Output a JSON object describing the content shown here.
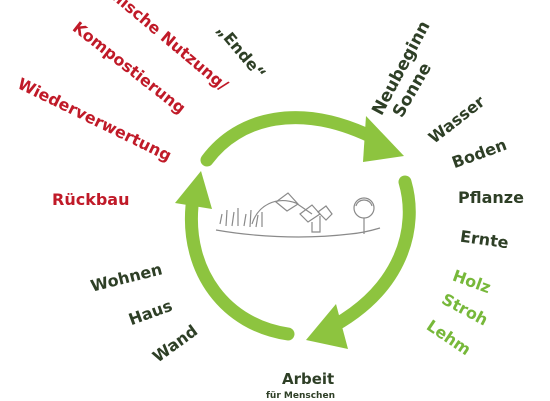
{
  "colors": {
    "dark_green_text": "#2e3f26",
    "red_text": "#c01a28",
    "light_green_text": "#77b83a",
    "cycle_arrow": "#8dc43f",
    "sketch": "#8a8a8a"
  },
  "cycle": {
    "center_sketch": "house-landscape-sketch"
  },
  "labels": {
    "neubeginn": "Neubeginn",
    "sonne": "Sonne",
    "wasser": "Wasser",
    "boden": "Boden",
    "pflanze": "Pflanze",
    "ernte": "Ernte",
    "holz": "Holz",
    "stroh": "Stroh",
    "lehm": "Lehm",
    "arbeit": "Arbeit",
    "arbeit_sub": "für Menschen",
    "wand": "Wand",
    "haus": "Haus",
    "wohnen": "Wohnen",
    "rueckbau": "Rückbau",
    "wiederverwertung": "Wiederverwertung",
    "kompostierung": "Kompostierung",
    "thermische_nutzung": "Thermische Nutzung/",
    "ende": "„Ende“"
  }
}
